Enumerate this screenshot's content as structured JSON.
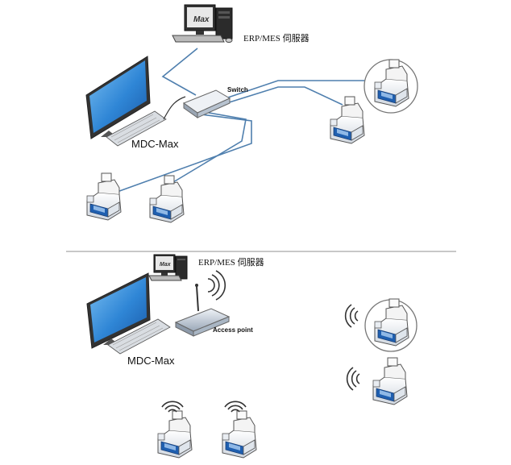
{
  "top": {
    "server_label": "ERP/MES 伺服器",
    "switch_label": "Switch",
    "client_label": "MDC-Max",
    "monitor_logo": "Max"
  },
  "bottom": {
    "server_label": "ERP/MES 伺服器",
    "ap_label": "Access point",
    "client_label": "MDC-Max",
    "monitor_logo": "Max"
  },
  "colors": {
    "cable": "#4f7fae",
    "divider": "#c8c8c8",
    "screen_blue": "#2f86d6",
    "machine_blue": "#1f5fb0"
  }
}
